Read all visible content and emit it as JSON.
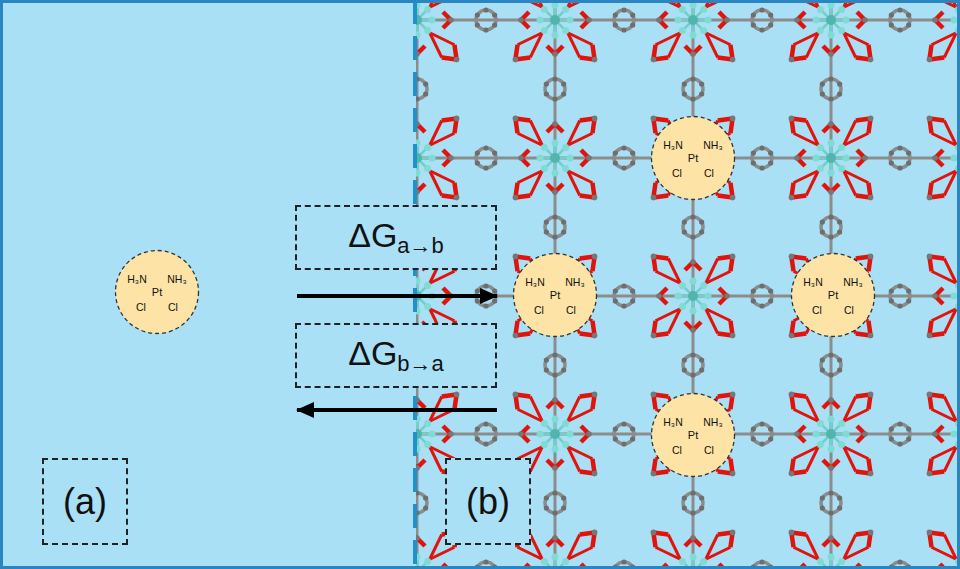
{
  "diagram": {
    "nodes": [
      {
        "text": [
          "(a)"
        ]
      },
      {
        "text": [
          "H₃N",
          "NH₃",
          "Pt",
          "Cl",
          "Cl"
        ],
        "in": 0
      },
      {
        "text": [
          "(b)"
        ]
      },
      {
        "text": [
          "H₃N",
          "NH₃",
          "Pt",
          "Cl",
          "Cl"
        ],
        "in": 2
      },
      {
        "text": [
          "H₃N",
          "NH₃",
          "Pt",
          "Cl",
          "Cl"
        ],
        "in": 2
      },
      {
        "text": [
          "H₃N",
          "NH₃",
          "Pt",
          "Cl",
          "Cl"
        ],
        "in": 2
      },
      {
        "text": [
          "H₃N",
          "NH₃",
          "Pt",
          "Cl",
          "Cl"
        ],
        "in": 2
      }
    ],
    "edges": [
      {
        "from": 0,
        "to": 2,
        "label": "ΔGa→b",
        "arrow": "to"
      },
      {
        "from": 2,
        "to": 0,
        "label": "ΔGb→a",
        "arrow": "to"
      }
    ]
  }
}
